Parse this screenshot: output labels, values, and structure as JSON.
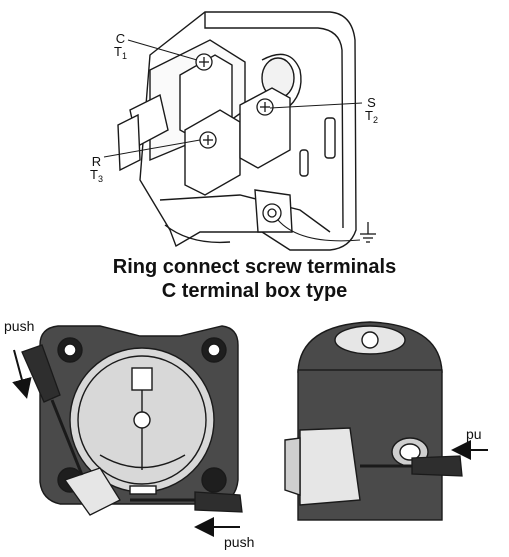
{
  "labels": {
    "c": {
      "letter": "C",
      "terminal": "T",
      "index": "1"
    },
    "s": {
      "letter": "S",
      "terminal": "T",
      "index": "2"
    },
    "r": {
      "letter": "R",
      "terminal": "T",
      "index": "3"
    }
  },
  "caption": {
    "line1": "Ring connect screw terminals",
    "line2": "C terminal box type"
  },
  "push_labels": {
    "left_top": "push",
    "left_bottom": "push",
    "right": "pu"
  },
  "colors": {
    "line": "#1a1a1a",
    "box_fill": "#4a4a4a",
    "box_dark": "#2e2e2e",
    "light_fill": "#e6e6e6",
    "background": "#ffffff"
  },
  "icons": [
    "ground-icon",
    "screw-icon",
    "screwdriver-icon",
    "arrow-icon"
  ]
}
